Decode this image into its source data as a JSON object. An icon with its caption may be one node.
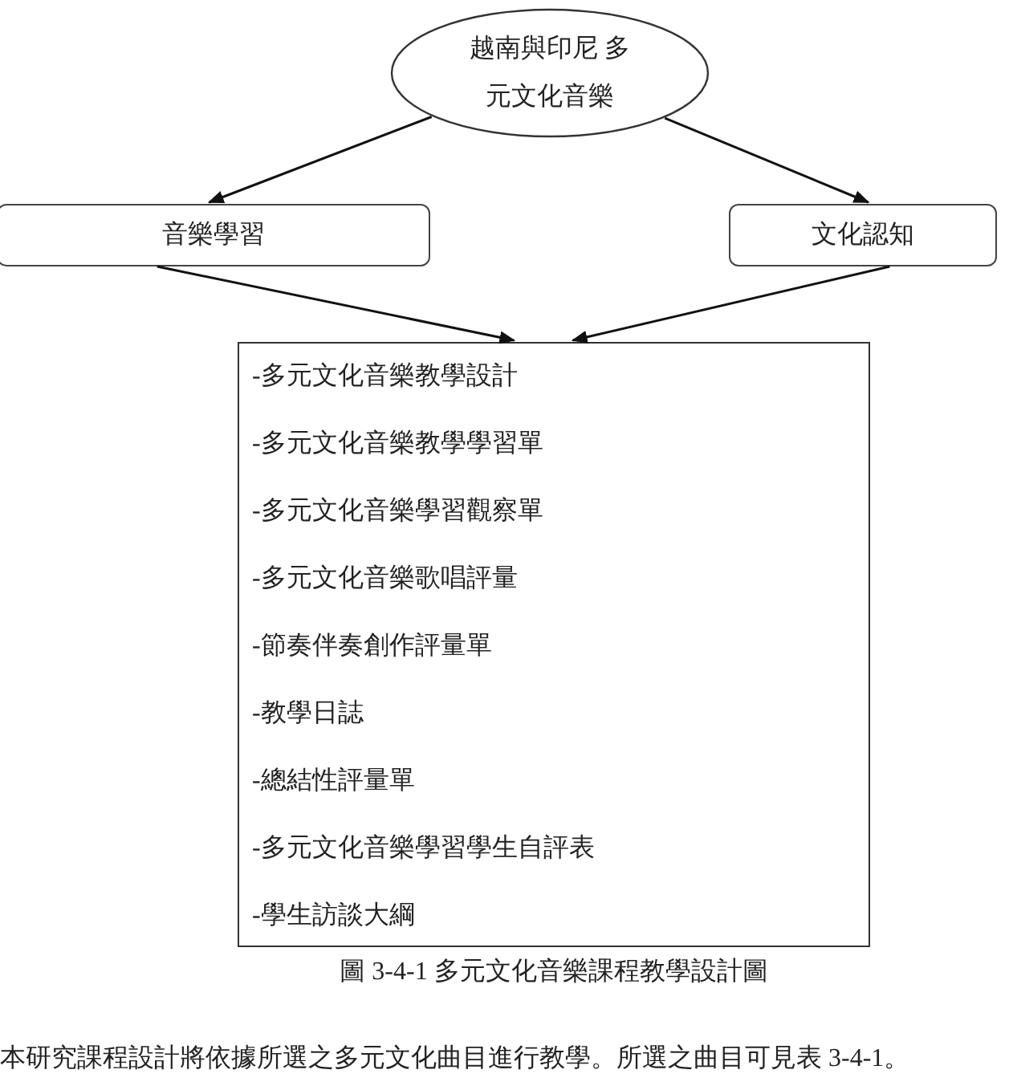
{
  "diagram": {
    "caption": "圖 3-4-1 多元文化音樂課程教學設計圖",
    "nodes": [
      {
        "text": [
          "越南與印尼 多元文化音樂"
        ]
      },
      {
        "text": [
          "音樂學習"
        ]
      },
      {
        "text": [
          "文化認知"
        ]
      },
      {
        "text": [
          "-多元文化音樂教學設計",
          "-多元文化音樂教學學習單",
          "-多元文化音樂學習觀察單",
          "-多元文化音樂歌唱評量",
          "-節奏伴奏創作評量單",
          "-教學日誌",
          "-總結性評量單",
          "-多元文化音樂學習學生自評表",
          "-學生訪談大綱"
        ]
      }
    ],
    "edges": [
      {
        "from": 0,
        "to": 1,
        "arrow": "to"
      },
      {
        "from": 0,
        "to": 2,
        "arrow": "to"
      },
      {
        "from": 1,
        "to": 3,
        "arrow": "to"
      },
      {
        "from": 2,
        "to": 3,
        "arrow": "to"
      }
    ],
    "labels": [
      "本研究課程設計將依據所選之多元文化曲目進行教學。所選之曲目可見表 3-4-1。"
    ]
  }
}
